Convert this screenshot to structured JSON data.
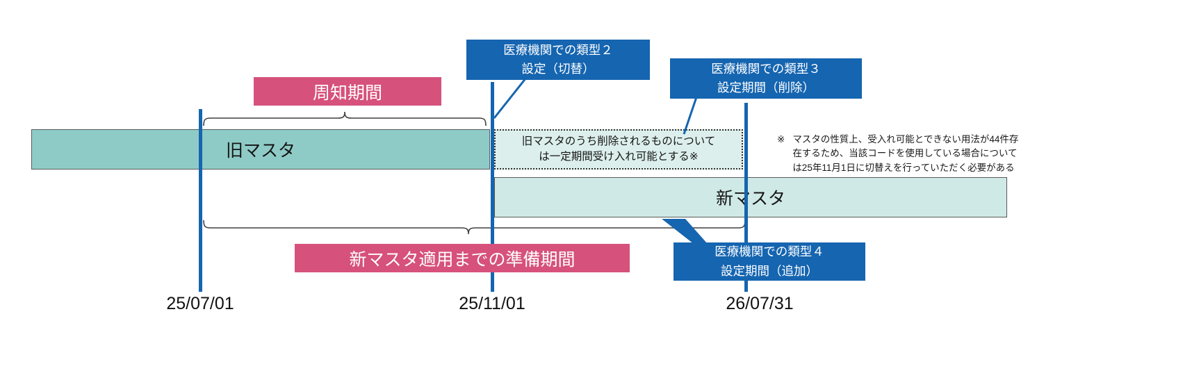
{
  "bars": {
    "old_master": {
      "label": "旧マスタ"
    },
    "deleted_transition": {
      "line1": "旧マスタのうち削除されるものについて",
      "line2": "は一定期間受け入れ可能とする※"
    },
    "new_master": {
      "label": "新マスタ"
    }
  },
  "periods": {
    "notification": {
      "label": "周知期間"
    },
    "preparation": {
      "label": "新マスタ適用までの準備期間"
    }
  },
  "callouts": {
    "type2_switch": {
      "line1": "医療機関での類型２",
      "line2": "設定（切替）"
    },
    "type3_delete": {
      "line1": "医療機関での類型３",
      "line2": "設定期間（削除）"
    },
    "type4_add": {
      "line1": "医療機関での類型４",
      "line2": "設定期間（追加）"
    }
  },
  "footnote": {
    "marker": "※",
    "lines": [
      "マスタの性質上、受入れ可能とできない用法が44件存",
      "在するため、当該コードを使用している場合について",
      "は25年11月1日に切替えを行っていただく必要がある"
    ]
  },
  "axis": {
    "dates": [
      "25/07/01",
      "25/11/01",
      "26/07/31"
    ]
  },
  "colors": {
    "accent_blue": "#1565B0",
    "accent_pink": "#D6517B",
    "bar_teal": "#8FCBC6",
    "bar_teal_light": "#CFE9E6"
  }
}
